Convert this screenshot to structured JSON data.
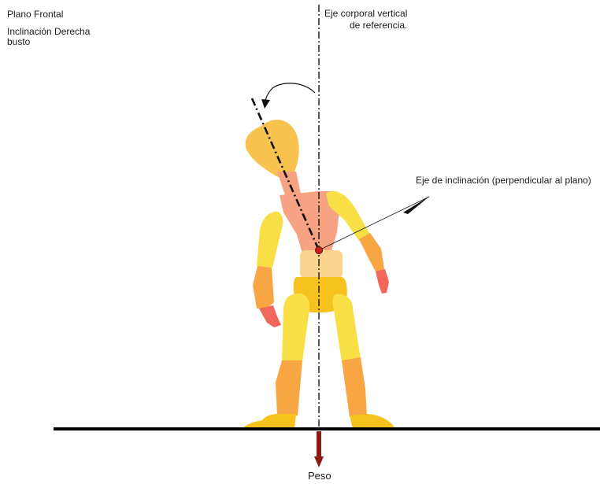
{
  "labels": {
    "plane": "Plano Frontal",
    "movement_line1": "Inclinación Derecha",
    "movement_line2": "busto",
    "vertical_axis_line1": "Eje corporal vertical",
    "vertical_axis_line2": "de referencia.",
    "incline_axis": "Eje de inclinación (perpendicular al plano)",
    "weight": "Peso"
  },
  "colors": {
    "head": "#f8c24e",
    "torso": "#f7a283",
    "pelvis": "#fbd58d",
    "hips": "#f6c21d",
    "upper_limb": "#f7df45",
    "lower_limb": "#f8a643",
    "hand": "#f1675b",
    "foot": "#f6c21d",
    "axis_point": "#c81e1e",
    "weight_arrow": "#8b1a12",
    "line": "#111111"
  }
}
